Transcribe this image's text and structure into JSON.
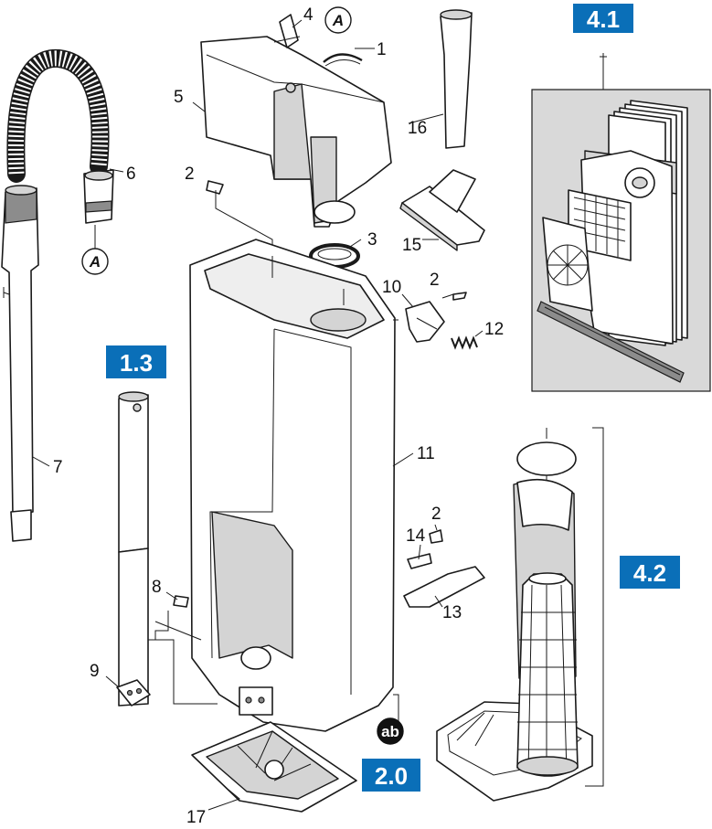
{
  "callouts": {
    "c1": "1",
    "c2a": "2",
    "c2b": "2",
    "c2c": "2",
    "c3": "3",
    "c4": "4",
    "c5": "5",
    "c6": "6",
    "c7": "7",
    "c8": "8",
    "c9": "9",
    "c10": "10",
    "c11": "11",
    "c12": "12",
    "c13": "13",
    "c14": "14",
    "c15": "15",
    "c16": "16",
    "c17": "17"
  },
  "badges": {
    "b41": "4.1",
    "b42": "4.2",
    "b13": "1.3",
    "b20": "2.0"
  },
  "connectors": {
    "a_top": "A",
    "a_hose": "A",
    "ab": "ab"
  },
  "colors": {
    "badge": "#0a6fb8",
    "inset_bg": "#d9d9d9",
    "part_shade": "#d4d4d4"
  }
}
